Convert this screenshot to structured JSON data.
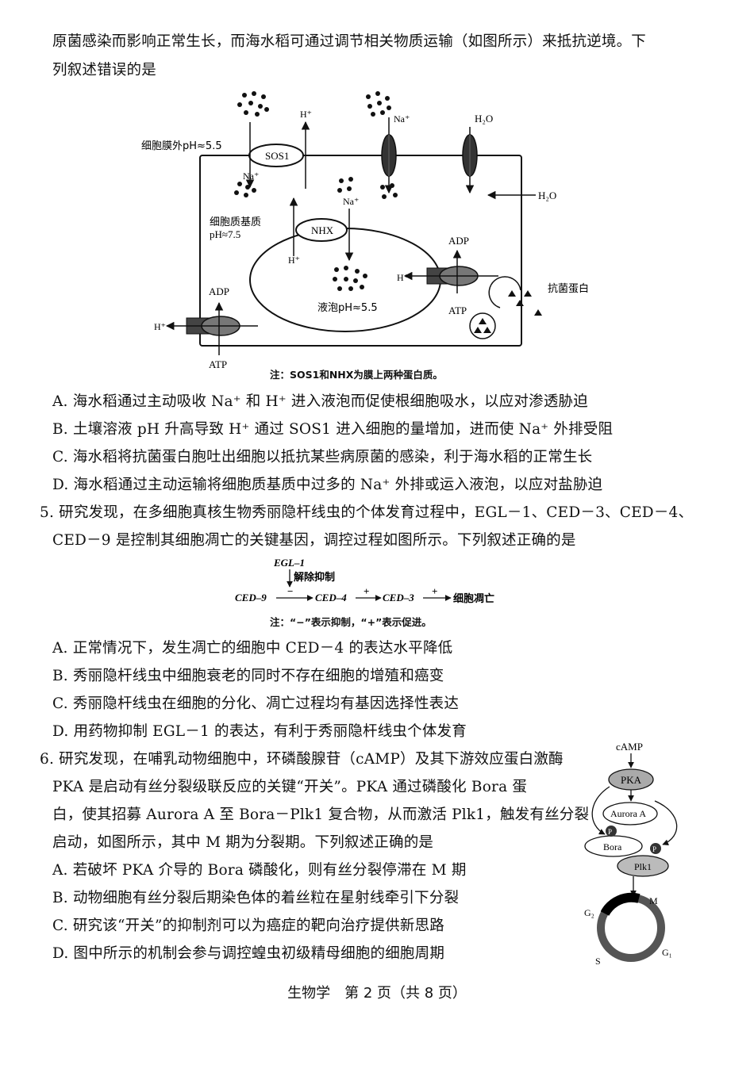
{
  "intro": {
    "line1": "原菌感染而影响正常生长，而海水稻可通过调节相关物质运输（如图所示）来抵抗逆境。下",
    "line2": "列叙述错误的是"
  },
  "fig4": {
    "outside_ph": "细胞膜外pH≈5.5",
    "sos1": "SOS1",
    "h_plus": "H⁺",
    "na_plus": "Na⁺",
    "h2o": "H₂O",
    "cytoplasm": "细胞质基质",
    "cytoplasm_ph": "pH≈7.5",
    "nhx": "NHX",
    "vacuole_ph": "液泡pH≈5.5",
    "adp": "ADP",
    "atp": "ATP",
    "antibacterial": "抗菌蛋白",
    "note": "注：SOS1和NHX为膜上两种蛋白质。"
  },
  "q4_options": [
    "A. 海水稻通过主动吸收 Na⁺ 和 H⁺ 进入液泡而促使根细胞吸水，以应对渗透胁迫",
    "B. 土壤溶液 pH 升高导致 H⁺ 通过 SOS1 进入细胞的量增加，进而使 Na⁺ 外排受阻",
    "C. 海水稻将抗菌蛋白胞吐出细胞以抵抗某些病原菌的感染，利于海水稻的正常生长",
    "D. 海水稻通过主动运输将细胞质基质中过多的 Na⁺ 外排或运入液泡，以应对盐胁迫"
  ],
  "q5": {
    "line1": "5. 研究发现，在多细胞真核生物秀丽隐杆线虫的个体发育过程中，EGL－1、CED－3、CED－4、",
    "line2": "CED－9 是控制其细胞凋亡的关键基因，调控过程如图所示。下列叙述正确的是",
    "fig": {
      "egl": "EGL–1",
      "release": "解除抑制",
      "ced9": "CED–9",
      "ced4": "CED–4",
      "ced3": "CED–3",
      "apoptosis": "细胞凋亡",
      "minus": "−",
      "plus": "+",
      "note": "注：“−”表示抑制，“+”表示促进。"
    },
    "options": [
      "A. 正常情况下，发生凋亡的细胞中 CED－4 的表达水平降低",
      "B. 秀丽隐杆线虫中细胞衰老的同时不存在细胞的增殖和癌变",
      "C. 秀丽隐杆线虫在细胞的分化、凋亡过程均有基因选择性表达",
      "D. 用药物抑制 EGL－1 的表达，有利于秀丽隐杆线虫个体发育"
    ]
  },
  "q6": {
    "lines": [
      "6. 研究发现，在哺乳动物细胞中，环磷酸腺苷（cAMP）及其下游效应蛋白激酶",
      "PKA 是启动有丝分裂级联反应的关键“开关”。PKA 通过磷酸化 Bora 蛋",
      "白，使其招募 Aurora A 至 Bora－Plk1 复合物，从而激活 Plk1，触发有丝分裂",
      "启动，如图所示，其中 M 期为分裂期。下列叙述正确的是"
    ],
    "options": [
      "A. 若破坏 PKA 介导的 Bora 磷酸化，则有丝分裂停滞在 M 期",
      "B. 动物细胞有丝分裂后期染色体的着丝粒在星射线牵引下分裂",
      "C. 研究该“开关”的抑制剂可以为癌症的靶向治疗提供新思路",
      "D. 图中所示的机制会参与调控蝗虫初级精母细胞的细胞周期"
    ],
    "fig": {
      "camp": "cAMP",
      "pka": "PKA",
      "aurora": "Aurora A",
      "bora": "Bora",
      "plk1": "Plk1",
      "p": "P",
      "m": "M",
      "g2": "G₂",
      "g1": "G₁",
      "s": "S"
    }
  },
  "footer": "生物学　第 2 页（共 8 页）"
}
